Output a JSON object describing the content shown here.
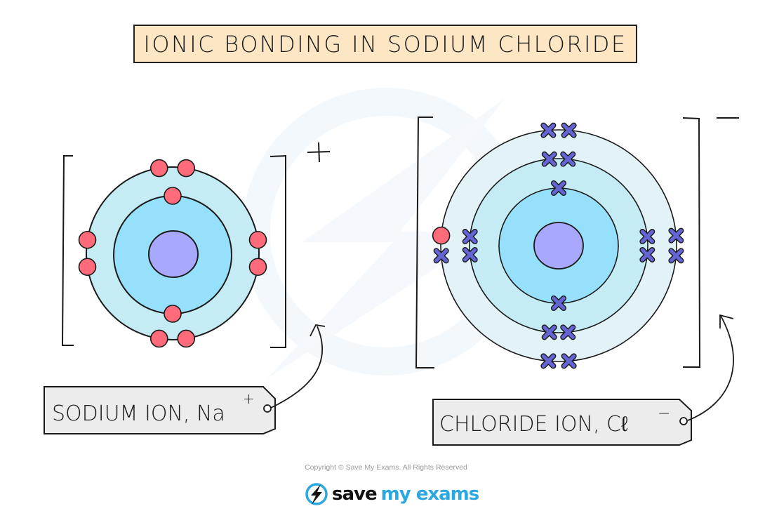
{
  "title": "Ionic bonding in sodium chloride",
  "colors": {
    "title_bg": "#fde6c4",
    "nucleus": "#a8a8ff",
    "inner_shell": "#96e0fb",
    "middle_shell": "#c5ecf4",
    "outer_shell": "#e3f2f7",
    "sodium_electron": "#ff6b7a",
    "chlorine_electron": "#6464d2",
    "label_bg": "#ececec"
  },
  "sodium_ion": {
    "label": {
      "text": "SODIUM  ION, Na",
      "charge_superscript": "+"
    },
    "bracket_charge": "+",
    "electron_symbol": "dot",
    "shells": [
      {
        "name": "first",
        "electrons": 2
      },
      {
        "name": "second",
        "electrons": 8
      }
    ]
  },
  "chloride_ion": {
    "label": {
      "text": "CHLORIDE  ION, Cℓ",
      "charge_superscript": "−"
    },
    "bracket_charge": "−",
    "electron_symbol": "cross",
    "shells": [
      {
        "name": "first",
        "electrons": 2
      },
      {
        "name": "second",
        "electrons": 8
      },
      {
        "name": "third",
        "electrons": 7,
        "transferred_electrons": 1
      }
    ]
  },
  "footer": {
    "copyright": "Copyright © Save My Exams. All Rights Reserved",
    "logo_word_1": "save",
    "logo_word_2": "my exams"
  }
}
